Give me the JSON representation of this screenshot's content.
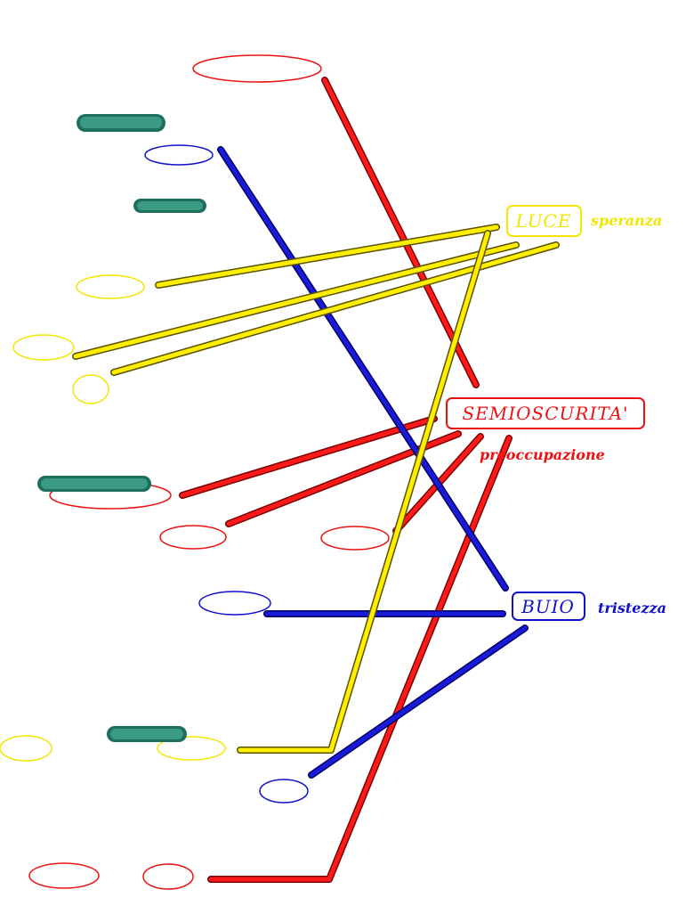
{
  "categories": {
    "luce": {
      "label": "LUCE",
      "meaning": "speranza",
      "color": "#f2e600"
    },
    "semioscurita": {
      "label": "SEMIOSCURITA'",
      "meaning": "preoccupazione",
      "color": "#ee1111"
    },
    "buio": {
      "label": "BUIO",
      "meaning": "tristezza",
      "color": "#1111cc"
    }
  }
}
